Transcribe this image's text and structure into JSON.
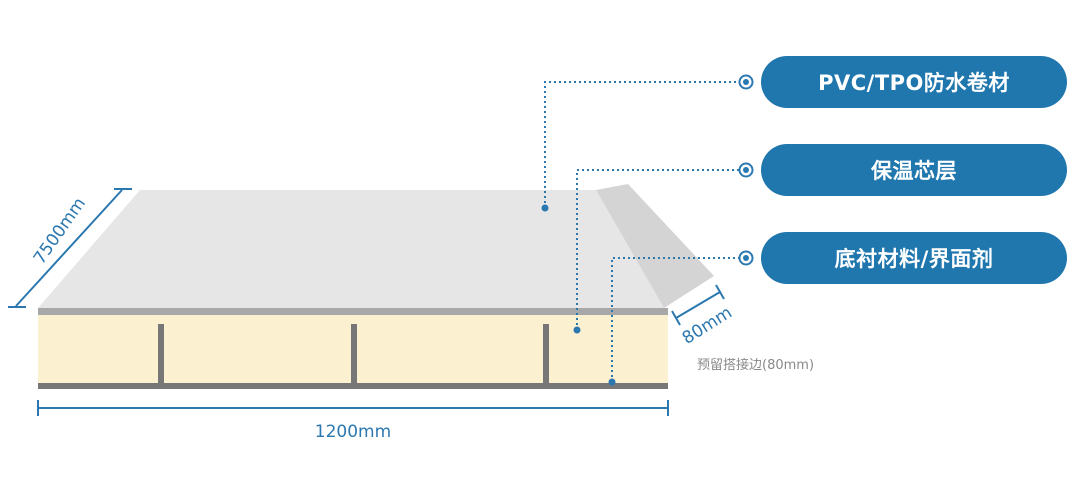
{
  "labels": {
    "layer_1": "PVC/TPO防水卷材",
    "layer_2": "保温芯层",
    "layer_3": "底衬材料/界面剂"
  },
  "dimensions": {
    "length": "7500mm",
    "width": "1200mm",
    "overlap_width": "80mm",
    "overlap_note": "预留搭接边(80mm)"
  },
  "colors": {
    "accent": "#1f77ad",
    "dimension_line": "#2b78b0",
    "membrane_top": "#e6e6e6",
    "membrane_overlap": "#d6d6d6",
    "insulation_core": "#fbf0cf",
    "backing": "#777777",
    "note_text": "#8a8a8a"
  }
}
